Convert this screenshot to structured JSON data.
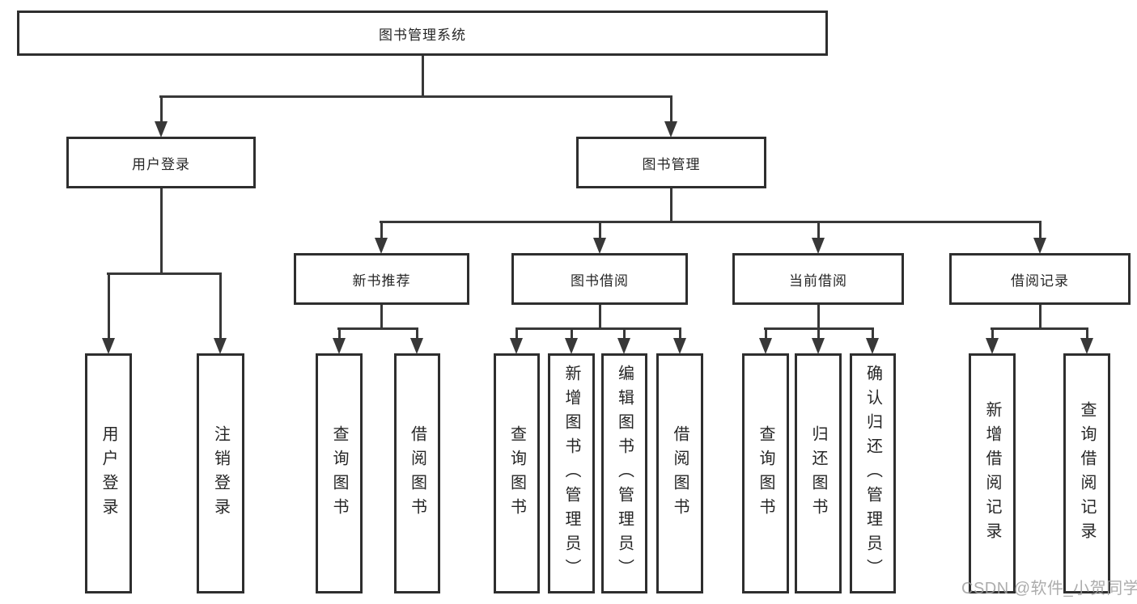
{
  "diagram": {
    "root": "图书管理系统",
    "branches": {
      "user_login": {
        "label": "用户登录",
        "children": [
          "用户登录",
          "注销登录"
        ]
      },
      "book_mgmt": {
        "label": "图书管理",
        "sections": [
          {
            "label": "新书推荐",
            "children": [
              "查询图书",
              "借阅图书"
            ]
          },
          {
            "label": "图书借阅",
            "children": [
              "查询图书",
              "新增图书（管理员）",
              "编辑图书（管理员）",
              "借阅图书"
            ]
          },
          {
            "label": "当前借阅",
            "children": [
              "查询图书",
              "归还图书",
              "确认归还（管理员）"
            ]
          },
          {
            "label": "借阅记录",
            "children": [
              "新增借阅记录",
              "查询借阅记录"
            ]
          }
        ]
      }
    },
    "watermark": "CSDN @软件_小贺同学",
    "colors": {
      "line": "#383838",
      "node_border": "#2e2e2e",
      "node_bg": "#ffffff",
      "text": "#262626",
      "watermark": "#9e9e9e",
      "background": "#ffffff"
    }
  }
}
